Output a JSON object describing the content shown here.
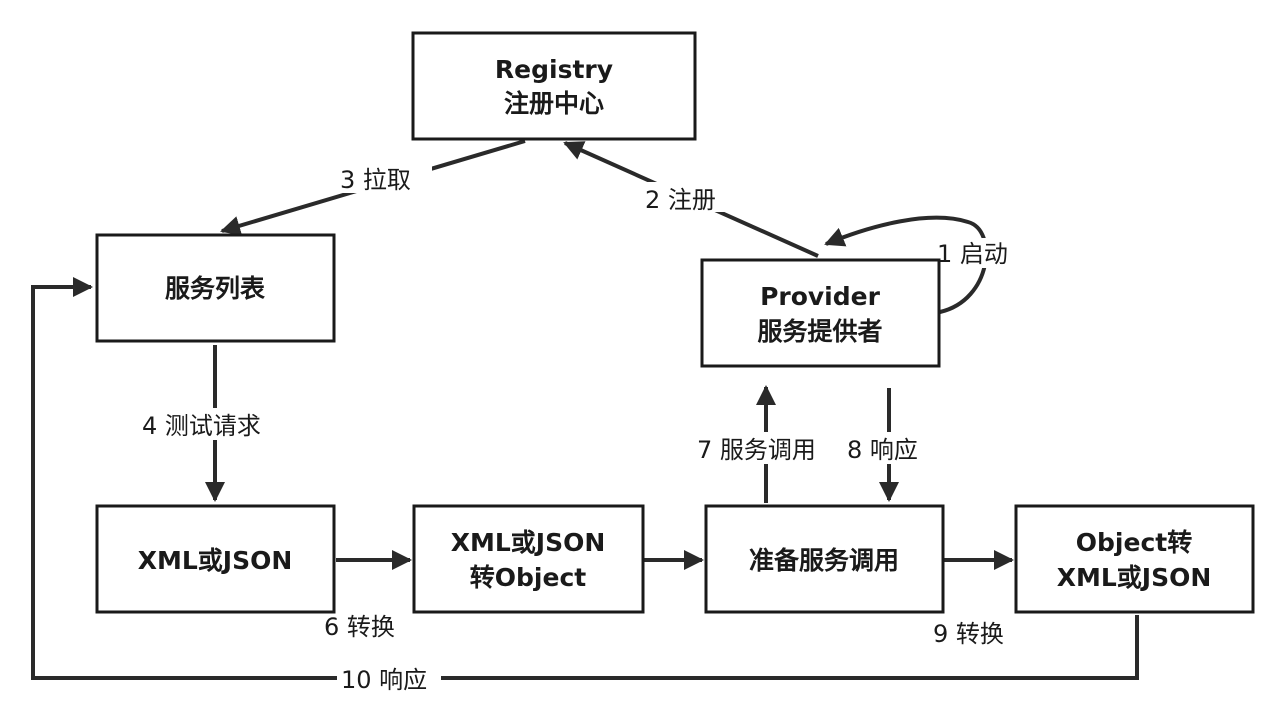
{
  "nodes": {
    "registry": {
      "line1": "Registry",
      "line2": "注册中心"
    },
    "service_list": {
      "line1": "服务列表"
    },
    "provider": {
      "line1": "Provider",
      "line2": "服务提供者"
    },
    "xml_json": {
      "line1": "XML或JSON"
    },
    "xml_to_object": {
      "line1": "XML或JSON",
      "line2": "转Object"
    },
    "prepare_call": {
      "line1": "准备服务调用"
    },
    "object_to_xml": {
      "line1": "Object转",
      "line2": "XML或JSON"
    }
  },
  "edges": {
    "start": "1 启动",
    "register": "2 注册",
    "pull": "3 拉取",
    "test_request": "4 测试请求",
    "convert_6": "6 转换",
    "service_call": "7 服务调用",
    "response_8": "8 响应",
    "convert_9": "9 转换",
    "response_10": "10 响应"
  },
  "colors": {
    "stroke": "#1a1a1a",
    "background": "#ffffff"
  }
}
